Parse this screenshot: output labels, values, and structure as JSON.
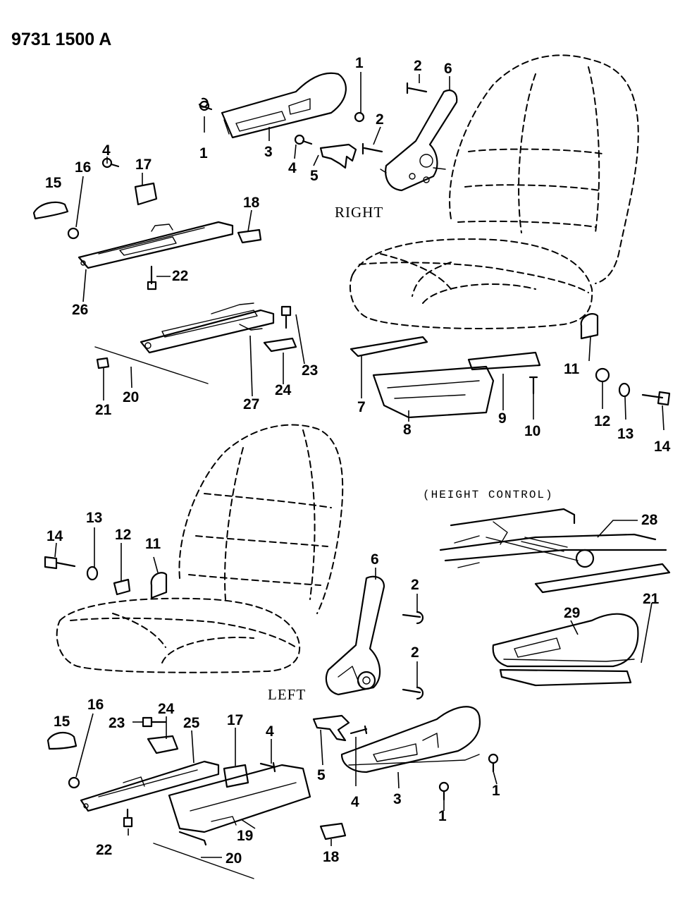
{
  "diagram": {
    "document_number": "9731 1500 A",
    "side_labels": {
      "right": "RIGHT",
      "left": "LEFT"
    },
    "variant_label": "(HEIGHT CONTROL)",
    "callouts": {
      "r1a": "1",
      "r1b": "1",
      "r2a": "2",
      "r2b": "2",
      "r3": "3",
      "r4a": "4",
      "r4b": "4",
      "r5": "5",
      "r6": "6",
      "r7": "7",
      "r8": "8",
      "r9": "9",
      "r10": "10",
      "r11": "11",
      "r12": "12",
      "r13": "13",
      "r14": "14",
      "r15": "15",
      "r16": "16",
      "r17": "17",
      "r18": "18",
      "r20": "20",
      "r21": "21",
      "r22": "22",
      "r23": "23",
      "r24": "24",
      "r26": "26",
      "r27": "27",
      "h28": "28",
      "h29": "29",
      "h21": "21",
      "l1a": "1",
      "l1b": "1",
      "l2a": "2",
      "l2b": "2",
      "l3": "3",
      "l4a": "4",
      "l4b": "4",
      "l5": "5",
      "l6": "6",
      "l11": "11",
      "l12": "12",
      "l13": "13",
      "l14": "14",
      "l15": "15",
      "l16": "16",
      "l17": "17",
      "l18": "18",
      "l19": "19",
      "l20": "20",
      "l22": "22",
      "l23": "23",
      "l24": "24",
      "l25": "25"
    }
  }
}
